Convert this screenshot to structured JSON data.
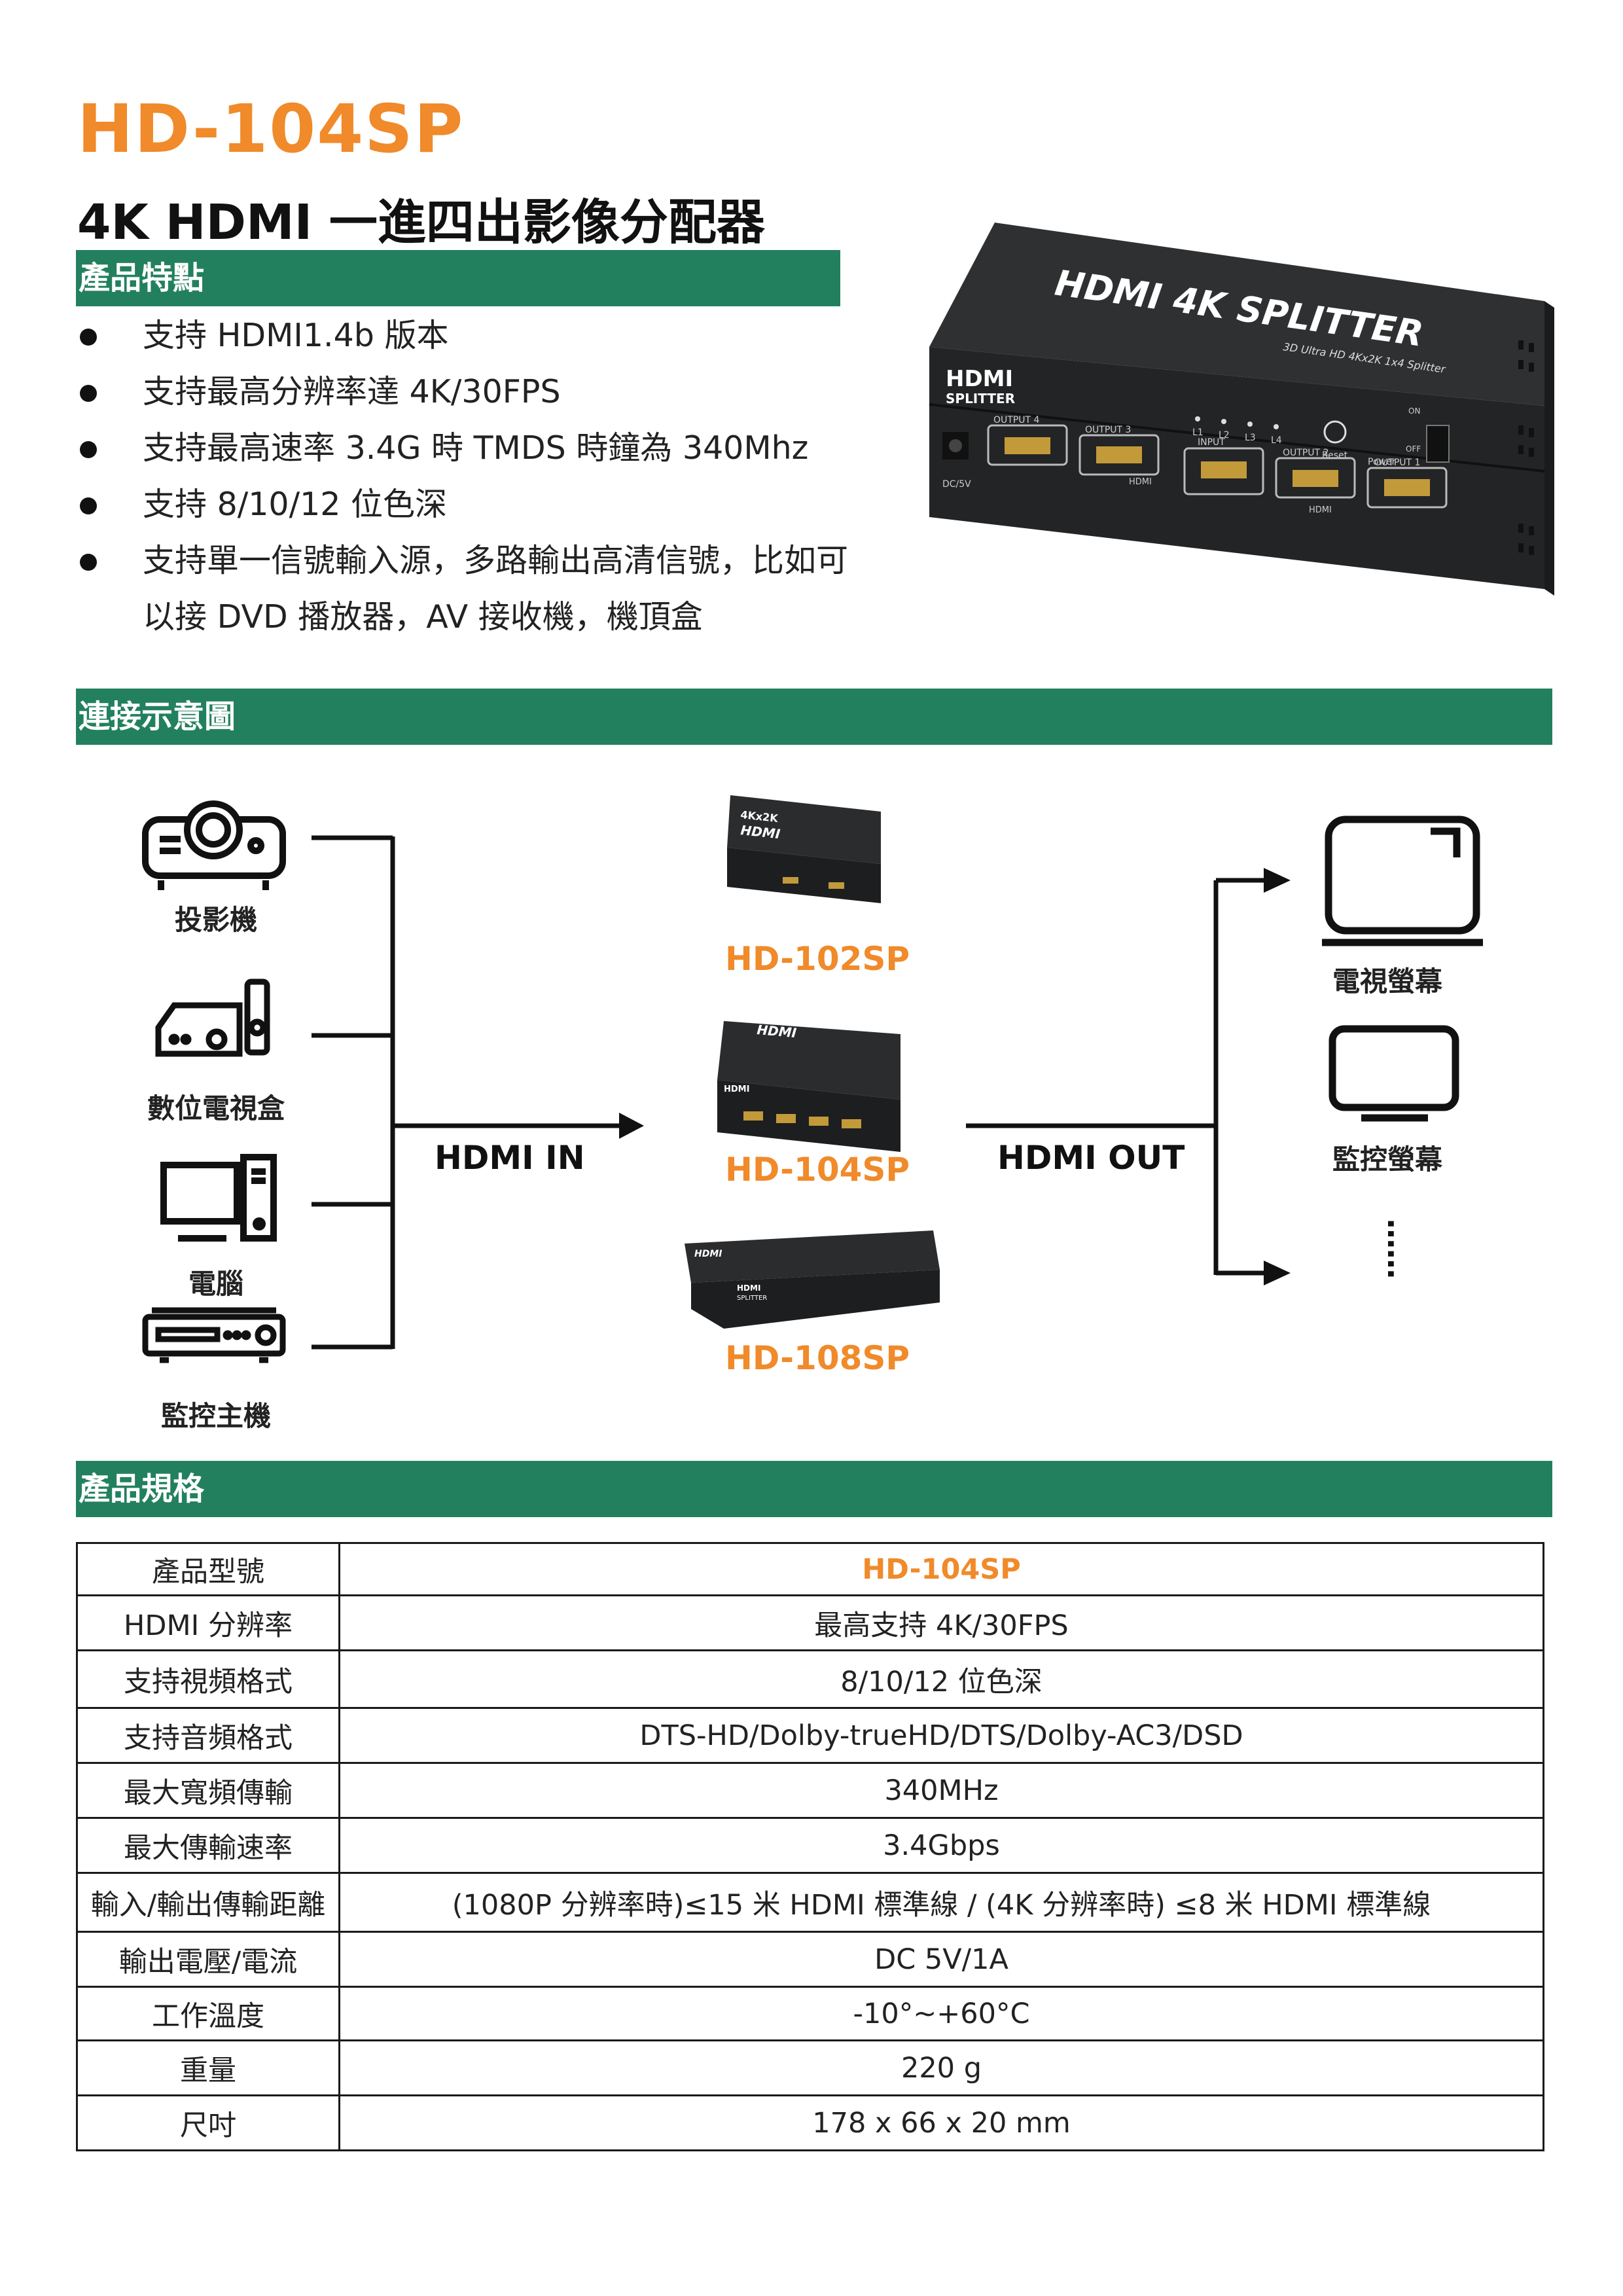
{
  "header": {
    "model": "HD-104SP",
    "subtitle": "4K HDMI 一進四出影像分配器"
  },
  "features": {
    "section_title": "產品特點",
    "items": [
      "支持 HDMI1.4b 版本",
      "支持最高分辨率達 4K/30FPS",
      "支持最高速率 3.4G 時 TMDS 時鐘為 340Mhz",
      "支持 8/10/12 位色深",
      "支持單一信號輸入源，多路輸出高清信號，比如可",
      "以接 DVD 播放器，AV 接收機，機頂盒"
    ]
  },
  "product_image": {
    "brand_text": "HDMI 4K SPLITTER",
    "tagline": "3D Ultra HD 4Kx2K 1x4 Splitter",
    "front_brand": "HDMI",
    "front_sub": "SPLITTER",
    "port_labels": [
      "OUTPUT 4",
      "OUTPUT 3",
      "INPUT",
      "OUTPUT 2",
      "OUTPUT 1"
    ],
    "led_labels": [
      "L1",
      "L2",
      "L3",
      "L4"
    ],
    "reset_label": "Reset",
    "power_label": "Power",
    "on_label": "ON",
    "off_label": "OFF",
    "dc_label": "DC/5V",
    "hdmi_small": "HDMI"
  },
  "diagram": {
    "section_title": "連接示意圖",
    "sources": [
      "投影機",
      "數位電視盒",
      "電腦",
      "監控主機"
    ],
    "hdmi_in": "HDMI IN",
    "hdmi_out": "HDMI OUT",
    "models": [
      "HD-102SP",
      "HD-104SP",
      "HD-108SP"
    ],
    "outputs": [
      "電視螢幕",
      "監控螢幕"
    ],
    "ellipsis": "……",
    "mini_102_top": "4Kx2K",
    "mini_hdmi": "HDMI",
    "mini_splitter": "SPLITTER"
  },
  "specs": {
    "section_title": "產品規格",
    "rows": [
      {
        "key": "產品型號",
        "value": "HD-104SP"
      },
      {
        "key": "HDMI 分辨率",
        "value": "最高支持 4K/30FPS"
      },
      {
        "key": "支持視頻格式",
        "value": "8/10/12 位色深"
      },
      {
        "key": "支持音頻格式",
        "value": "DTS-HD/Dolby-trueHD/DTS/Dolby-AC3/DSD"
      },
      {
        "key": "最大寬頻傳輸",
        "value": "340MHz"
      },
      {
        "key": "最大傳輸速率",
        "value": "3.4Gbps"
      },
      {
        "key": "輸入/輸出傳輸距離",
        "value": "(1080P 分辨率時)≤15 米 HDMI 標準線 / (4K 分辨率時) ≤8 米 HDMI 標準線"
      },
      {
        "key": "輸出電壓/電流",
        "value": "DC 5V/1A"
      },
      {
        "key": "工作溫度",
        "value": "-10°~+60°C"
      },
      {
        "key": "重量",
        "value": "220 g"
      },
      {
        "key": "尺吋",
        "value": "178 x 66 x 20 mm"
      }
    ]
  },
  "colors": {
    "accent": "#f08a2a",
    "section_green": "#23805f",
    "device_dark": "#2a2b2d"
  }
}
